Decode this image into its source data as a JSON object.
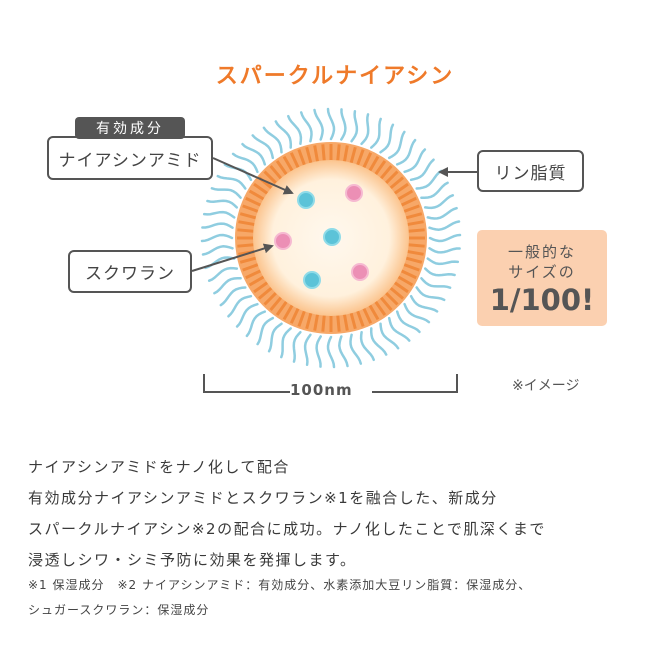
{
  "title": "スパークルナイアシン",
  "labels": {
    "ingredient_tag": "有効成分",
    "niacinamide": "ナイアシンアミド",
    "squalane": "スクワラン",
    "phospholipid": "リン脂質"
  },
  "size_callout": {
    "line1": "一般的な",
    "line2": "サイズの",
    "line3": "1/100!"
  },
  "scale": "100nm",
  "image_note": "※イメージ",
  "description": [
    "ナイアシンアミドをナノ化して配合",
    "有効成分ナイアシンアミドとスクワラン※1を融合した、新成分",
    "スパークルナイアシン※2の配合に成功。ナノ化したことで肌深くまで",
    "浸透しシワ・シミ予防に効果を発揮します。"
  ],
  "footnotes": [
    "※1 保湿成分　※2 ナイアシンアミド：有効成分、水素添加大豆リン脂質：保湿成分、",
    "シュガースクワラン：保湿成分"
  ],
  "colors": {
    "title": "#ef7a2a",
    "shell": "#f7a868",
    "tails": "#8fcde0",
    "core": "#fff3e2",
    "niacinamide_particle": "#5cc3d8",
    "squalane_particle": "#ec8fb5",
    "callout_bg": "#fbd0b0"
  }
}
